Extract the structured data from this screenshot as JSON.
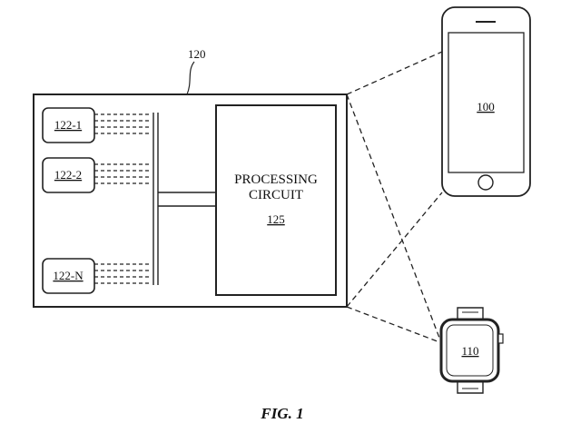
{
  "colors": {
    "line": "#222222",
    "background": "#ffffff"
  },
  "device_label": "120",
  "sensors": [
    {
      "label": "122-1"
    },
    {
      "label": "122-2"
    },
    {
      "label": "122-N"
    }
  ],
  "processing": {
    "title_line1": "PROCESSING",
    "title_line2": "CIRCUIT",
    "ref": "125"
  },
  "phone": {
    "ref": "100"
  },
  "watch": {
    "ref": "110"
  },
  "caption": "FIG. 1"
}
